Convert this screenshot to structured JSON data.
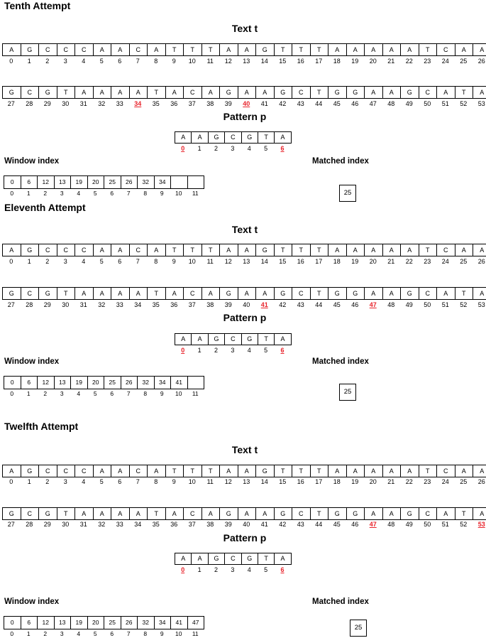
{
  "attempts": [
    {
      "title": "Tenth Attempt",
      "text_label": "Text t",
      "pattern_label": "Pattern p",
      "window_label": "Window index",
      "matched_label": "Matched index",
      "text_hl": [
        "34",
        "40"
      ],
      "window": [
        "0",
        "6",
        "12",
        "13",
        "19",
        "20",
        "25",
        "26",
        "32",
        "34",
        "",
        ""
      ],
      "matched": "25"
    },
    {
      "title": "Eleventh Attempt",
      "text_label": "Text t",
      "pattern_label": "Pattern p",
      "window_label": "Window index",
      "matched_label": "Matched index",
      "text_hl": [
        "41",
        "47"
      ],
      "window": [
        "0",
        "6",
        "12",
        "13",
        "19",
        "20",
        "25",
        "26",
        "32",
        "34",
        "41",
        ""
      ],
      "matched": "25"
    },
    {
      "title": "Twelfth Attempt",
      "text_label": "Text t",
      "pattern_label": "Pattern p",
      "window_label": "Window index",
      "matched_label": "Matched index",
      "text_hl": [
        "47",
        "53"
      ],
      "window": [
        "0",
        "6",
        "12",
        "13",
        "19",
        "20",
        "25",
        "26",
        "32",
        "34",
        "41",
        "47"
      ],
      "matched": "25"
    }
  ],
  "text_row1": [
    "A",
    "G",
    "C",
    "C",
    "C",
    "A",
    "A",
    "C",
    "A",
    "T",
    "T",
    "T",
    "A",
    "A",
    "G",
    "T",
    "T",
    "T",
    "A",
    "A",
    "A",
    "A",
    "A",
    "T",
    "C",
    "A",
    "A"
  ],
  "text_idx1": [
    "0",
    "1",
    "2",
    "3",
    "4",
    "5",
    "6",
    "7",
    "8",
    "9",
    "10",
    "11",
    "12",
    "13",
    "14",
    "15",
    "16",
    "17",
    "18",
    "19",
    "20",
    "21",
    "22",
    "23",
    "24",
    "25",
    "26"
  ],
  "text_row2": [
    "G",
    "C",
    "G",
    "T",
    "A",
    "A",
    "A",
    "A",
    "T",
    "A",
    "C",
    "A",
    "G",
    "A",
    "A",
    "G",
    "C",
    "T",
    "G",
    "G",
    "A",
    "A",
    "G",
    "C",
    "A",
    "T",
    "A"
  ],
  "text_idx2": [
    "27",
    "28",
    "29",
    "30",
    "31",
    "32",
    "33",
    "34",
    "35",
    "36",
    "37",
    "38",
    "39",
    "40",
    "41",
    "42",
    "43",
    "44",
    "45",
    "46",
    "47",
    "48",
    "49",
    "50",
    "51",
    "52",
    "53"
  ],
  "pattern": [
    "A",
    "A",
    "G",
    "C",
    "G",
    "T",
    "A"
  ],
  "pattern_idx": [
    "0",
    "1",
    "2",
    "3",
    "4",
    "5",
    "6"
  ],
  "pattern_hl": [
    "0",
    "6"
  ],
  "window_idx": [
    "0",
    "1",
    "2",
    "3",
    "4",
    "5",
    "6",
    "7",
    "8",
    "9",
    "10",
    "11"
  ],
  "colors": {
    "highlight": "#e8232b",
    "border": "#000000"
  }
}
